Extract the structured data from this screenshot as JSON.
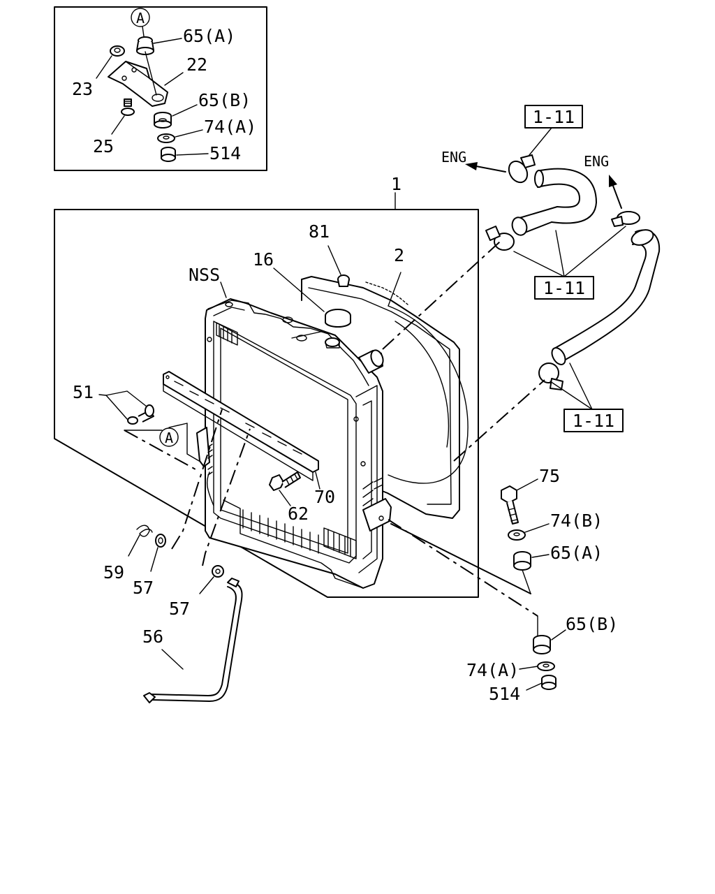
{
  "inset": {
    "circle_a": "A",
    "labels": {
      "p65a": "65(A)",
      "p22": "22",
      "p23": "23",
      "p65b": "65(B)",
      "p25": "25",
      "p74a": "74(A)",
      "p514": "514"
    }
  },
  "refs": {
    "ref_top": "1-11",
    "ref_mid": "1-11",
    "ref_low": "1-11"
  },
  "eng": {
    "eng_left": "ENG",
    "eng_right": "ENG"
  },
  "main": {
    "circle_a": "A",
    "labels": {
      "p1": "1",
      "p81": "81",
      "p2": "2",
      "p16": "16",
      "nss": "NSS",
      "p51": "51",
      "p70": "70",
      "p62": "62",
      "p59": "59",
      "p57a": "57",
      "p57b": "57",
      "p56": "56",
      "p75": "75",
      "p74b": "74(B)",
      "p65a": "65(A)",
      "p65b": "65(B)",
      "p74a": "74(A)",
      "p514": "514"
    }
  }
}
